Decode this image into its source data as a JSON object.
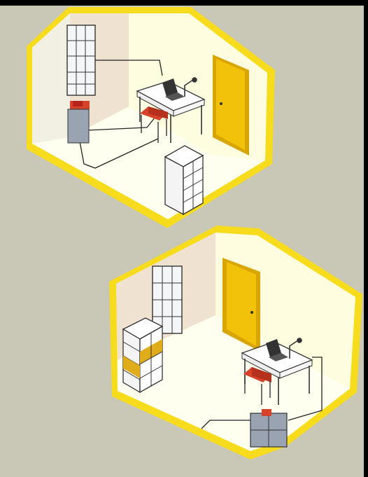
{
  "colors": {
    "page_background": "#c9c7b6",
    "room_frame_outer": "#f6dc1c",
    "room_frame_inner": "#fff27a",
    "floor": "#fffff0",
    "left_wall": "#efe2d0",
    "right_wall": "#fefde0",
    "door": "#f2c10a",
    "door_frame": "#d9a500",
    "chair": "#d7422a",
    "device_body": "#9aa3b2",
    "device_accent": "#d7422a",
    "storage_accent": "#e0ac1a",
    "line": "#222222"
  },
  "rooms": [
    {
      "id": "room-top",
      "items": [
        "window-icon",
        "door-icon",
        "desk-icon",
        "laptop-icon",
        "lamp-icon",
        "chair-icon",
        "bookshelf-icon",
        "tower-unit-icon",
        "cable-line"
      ]
    },
    {
      "id": "room-bottom",
      "items": [
        "window-icon",
        "door-icon",
        "desk-icon",
        "laptop-icon",
        "lamp-icon",
        "chair-icon",
        "bookshelf-icon",
        "cabinet-unit-icon",
        "cable-line"
      ]
    }
  ]
}
